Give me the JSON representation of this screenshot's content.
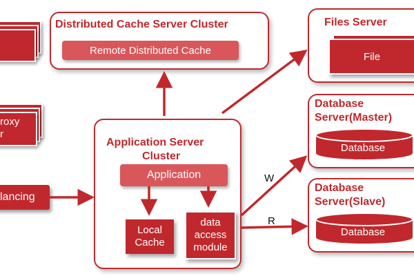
{
  "colors": {
    "accent": "#c0282d",
    "accent_light": "#d9575b"
  },
  "cache_cluster": {
    "title": "Distributed Cache Server Cluster",
    "inner_label": "Remote Distributed Cache"
  },
  "files_server": {
    "title": "Files Server",
    "inner_label": "File"
  },
  "db_master": {
    "title_line1": "Database",
    "title_line2": "Server(Master)",
    "cylinder_label": "Database"
  },
  "db_slave": {
    "title_line1": "Database",
    "title_line2": "Server(Slave)",
    "cylinder_label": "Database"
  },
  "app_server": {
    "title_line1": "Application Server",
    "title_line2": "Cluster",
    "application_label": "Application",
    "local_cache_line1": "Local",
    "local_cache_line2": "Cache",
    "dam_line1": "data",
    "dam_line2": "access",
    "dam_line3": "module"
  },
  "left_partial": {
    "proxy_line1": "roxy",
    "proxy_line2": "r",
    "lb_label": "lancing"
  },
  "edges": {
    "write_label": "W",
    "read_label": "R"
  }
}
